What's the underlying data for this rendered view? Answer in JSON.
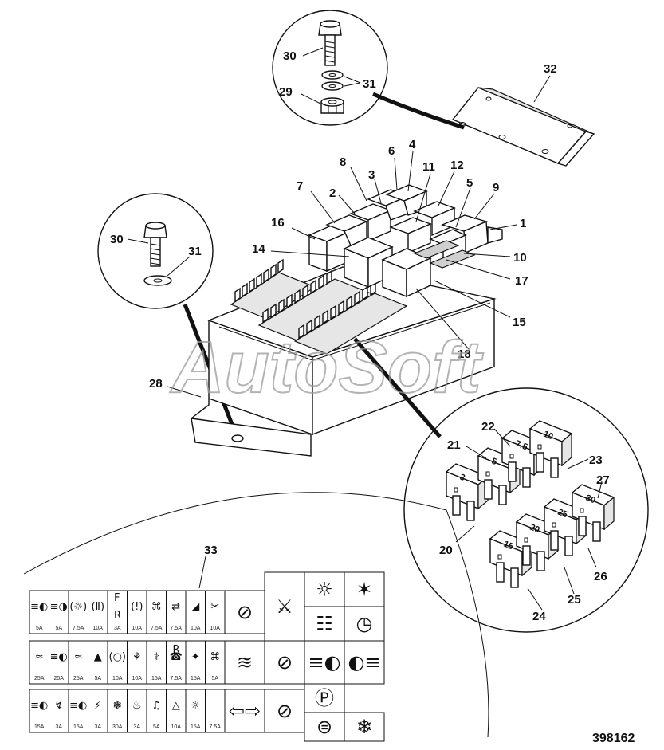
{
  "callouts": {
    "c1": "1",
    "c2": "2",
    "c3": "3",
    "c4": "4",
    "c5": "5",
    "c6": "6",
    "c7": "7",
    "c8": "8",
    "c9": "9",
    "c10": "10",
    "c11": "11",
    "c12": "12",
    "c14": "14",
    "c15": "15",
    "c16": "16",
    "c17": "17",
    "c18": "18",
    "c20": "20",
    "c21": "21",
    "c22": "22",
    "c23": "23",
    "c24": "24",
    "c25": "25",
    "c26": "26",
    "c27": "27",
    "c28": "28",
    "c29": "29",
    "c30a": "30",
    "c30b": "30",
    "c31a": "31",
    "c31b": "31",
    "c32": "32",
    "c33": "33"
  },
  "fuse_labels": {
    "f3": "3",
    "f5": "5",
    "f7_5": "7.5",
    "f10": "10",
    "f15": "15",
    "f20": "20",
    "f25": "25",
    "f30": "30"
  },
  "fuse_chart": {
    "row1": [
      "5A",
      "5A",
      "7.5A",
      "10A",
      "3A",
      "10A",
      "7.5A",
      "7.5A",
      "10A",
      "10A"
    ],
    "row2": [
      "25A",
      "20A",
      "25A",
      "5A",
      "10A",
      "10A",
      "15A",
      "7.5A",
      "15A",
      "5A"
    ],
    "row3": [
      "15A",
      "3A",
      "15A",
      "3A",
      "30A",
      "3A",
      "5A",
      "10A",
      "15A",
      "7.5A"
    ],
    "row1_letters": {
      "top": "F",
      "bottom": "R"
    },
    "row2_letter": "R"
  },
  "watermark": "AutoSoft",
  "reference_number": "398162",
  "icons": [
    "bolt-icon",
    "washer-icon",
    "nut-icon",
    "bracket-icon",
    "relay-icon",
    "fuse-icon",
    "headlamp-icon",
    "turn-signal-icon",
    "horn-icon",
    "ignition-switch-icon",
    "parking-brake-icon",
    "snowflake-icon",
    "turtle-icon",
    "lamp-icon"
  ]
}
